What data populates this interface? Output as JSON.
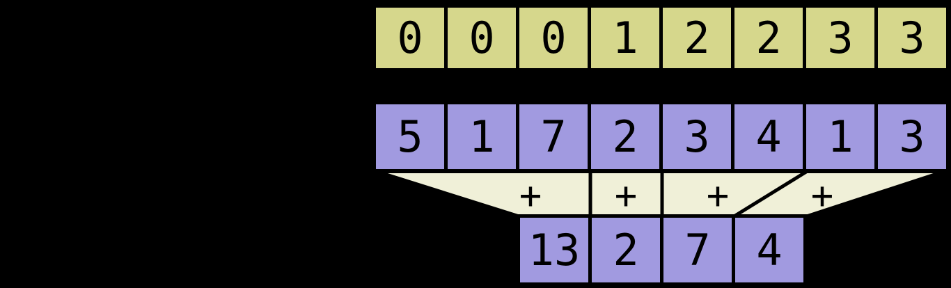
{
  "colors": {
    "background": "#000000",
    "keys_fill": "#d6d78c",
    "values_fill": "#a19ae0",
    "funnel_fill": "#f0f0d8",
    "border": "#000000",
    "text": "#000000"
  },
  "keys_row": {
    "cells": [
      "0",
      "0",
      "0",
      "1",
      "2",
      "2",
      "3",
      "3"
    ]
  },
  "values_row": {
    "cells": [
      "5",
      "1",
      "7",
      "2",
      "3",
      "4",
      "1",
      "3"
    ]
  },
  "funnel": {
    "operators": [
      "+",
      "+",
      "+",
      "+"
    ]
  },
  "output_row": {
    "cells": [
      "13",
      "2",
      "7",
      "4"
    ]
  }
}
